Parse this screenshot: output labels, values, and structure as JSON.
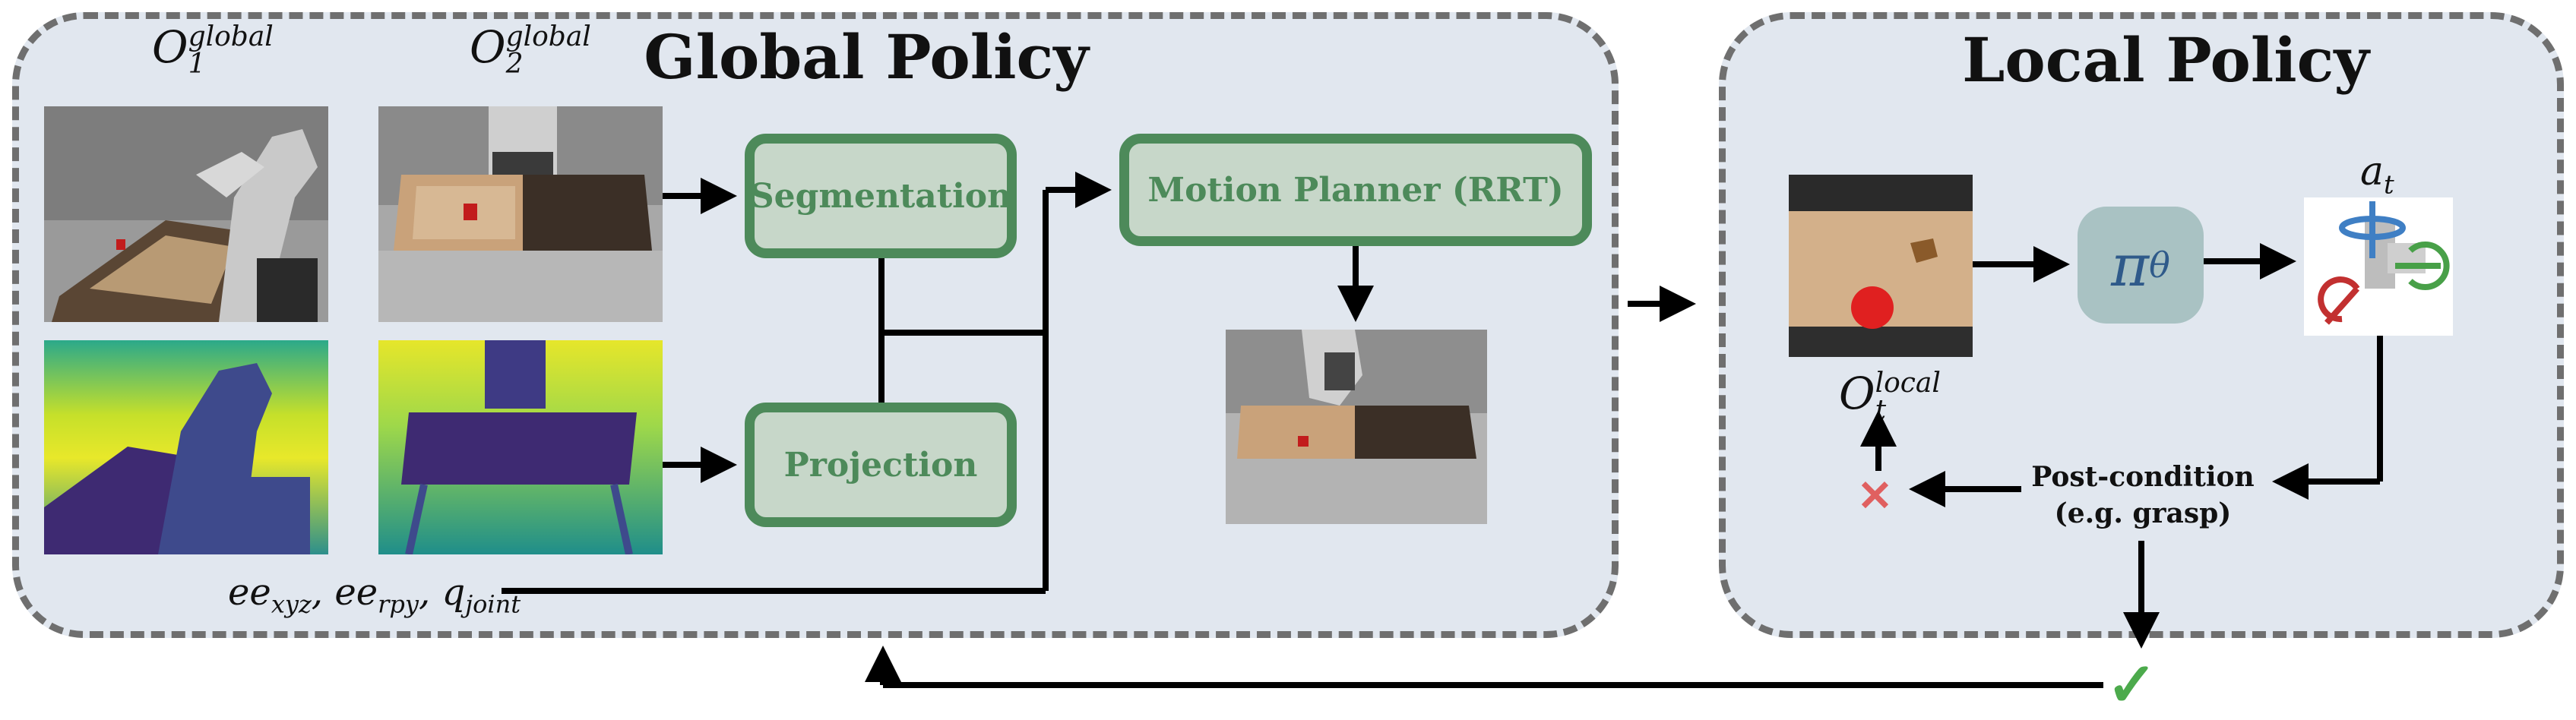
{
  "global_panel": {
    "title": "Global Policy"
  },
  "local_panel": {
    "title": "Local Policy"
  },
  "observations": {
    "o1": {
      "base": "O",
      "sup": "global",
      "sub": "1"
    },
    "o2": {
      "base": "O",
      "sup": "global",
      "sub": "2"
    },
    "o_local": {
      "base": "O",
      "sup": "local",
      "sub": "t"
    },
    "action": {
      "base": "a",
      "sub": "t"
    }
  },
  "nodes": {
    "segmentation": "Segmentation",
    "projection": "Projection",
    "motion_planner": "Motion Planner (RRT)"
  },
  "proprio": {
    "ee1_base": "ee",
    "ee1_sub": "xyz",
    "sep1": ", ",
    "ee2_base": "ee",
    "ee2_sub": "rpy",
    "sep2": ", ",
    "q_base": "q",
    "q_sub": "joint"
  },
  "policy": {
    "base": "π",
    "sub": "θ"
  },
  "postcondition": {
    "line1": "Post-condition",
    "line2": "(e.g. grasp)"
  },
  "symbols": {
    "fail": "✕",
    "success": "✓"
  },
  "colors": {
    "panel_bg": "#e1e7ef",
    "node_fill": "#c7d7c9",
    "node_border": "#4d8a5a",
    "fail": "#e06060",
    "success": "#4caa4c"
  }
}
